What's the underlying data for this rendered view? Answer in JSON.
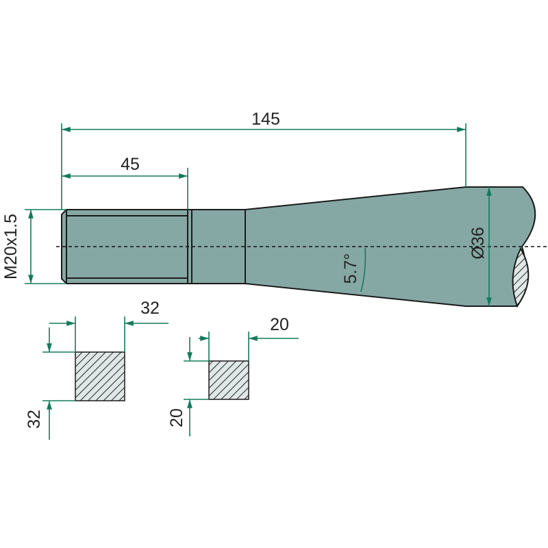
{
  "dimensions": {
    "overall_length": "145",
    "thread_length": "45",
    "thread": "M20x1.5",
    "diameter": "Ø36",
    "taper_angle": "5.7°",
    "section_large_width": "32",
    "section_large_height": "32",
    "section_small_width": "20",
    "section_small_height": "20"
  },
  "colors": {
    "part": "#86a8a5",
    "dimension": "#137a5c"
  }
}
